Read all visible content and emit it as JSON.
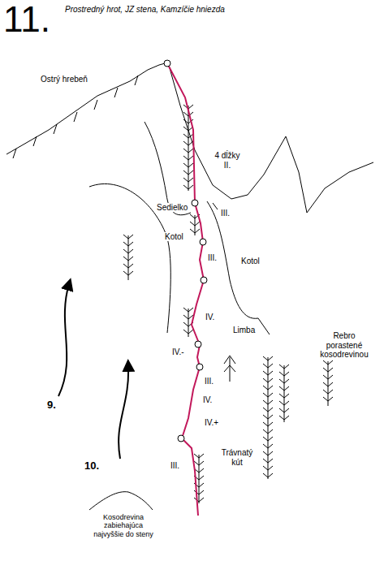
{
  "diagram": {
    "title": "Prostredný hrot, JZ stena, Kamzíčie hniezda",
    "labels": [
      "11.",
      "Ostrý hrebeň",
      "4 dĺžky II.",
      "Sedielko",
      "III.",
      "Kotol",
      "III.",
      "Kotol",
      "IV.",
      "Limba",
      "Rebro porastené kosodrevinou",
      "IV.-",
      "III.",
      "IV.",
      "IV.+",
      "9.",
      "10.",
      "III.",
      "Trávnatý kút",
      "Kosodrevina zabiehajúca najvyššie do steny"
    ]
  }
}
